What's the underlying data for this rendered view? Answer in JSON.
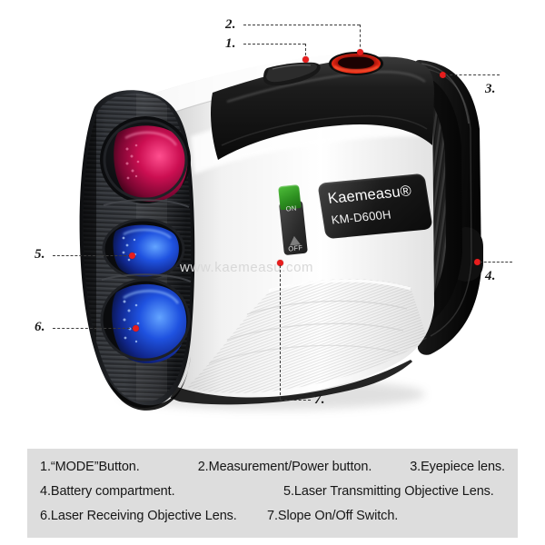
{
  "background_color": "#ffffff",
  "product": {
    "type": "laser-rangefinder",
    "brand": "Kaemeasu®",
    "model": "KM-D600H",
    "body_colors": {
      "white_shell": "#f4f4f4",
      "black_shell": "#141414",
      "accent_red": "#e81d1d",
      "switch_green": "#2e9121",
      "upper_lens": "#b2124b",
      "laser_lens": "#1f4fd8"
    },
    "switch": {
      "name": "slope-on-off-switch",
      "on_label": "ON",
      "off_label": "OFF",
      "glyph": "slope-triangle-icon"
    }
  },
  "watermark": {
    "text": "www.kaemeasu.com",
    "color": "#d8d8d8"
  },
  "callouts": [
    {
      "id": 1,
      "number": "1.",
      "target": "mode-button"
    },
    {
      "id": 2,
      "number": "2.",
      "target": "measurement-power-button"
    },
    {
      "id": 3,
      "number": "3.",
      "target": "eyepiece-lens"
    },
    {
      "id": 4,
      "number": "4.",
      "target": "battery-compartment"
    },
    {
      "id": 5,
      "number": "5.",
      "target": "laser-transmitting-objective-lens"
    },
    {
      "id": 6,
      "number": "6.",
      "target": "laser-receiving-objective-lens"
    },
    {
      "id": 7,
      "number": "7.",
      "target": "slope-on-off-switch"
    }
  ],
  "legend": {
    "background_color": "#dddddd",
    "rows": [
      [
        "1.“MODE”Button.",
        "2.Measurement/Power button.",
        "3.Eyepiece lens."
      ],
      [
        "4.Battery compartment.",
        "5.Laser Transmitting Objective Lens."
      ],
      [
        "6.Laser Receiving Objective Lens.",
        "7.Slope On/Off Switch."
      ]
    ]
  }
}
